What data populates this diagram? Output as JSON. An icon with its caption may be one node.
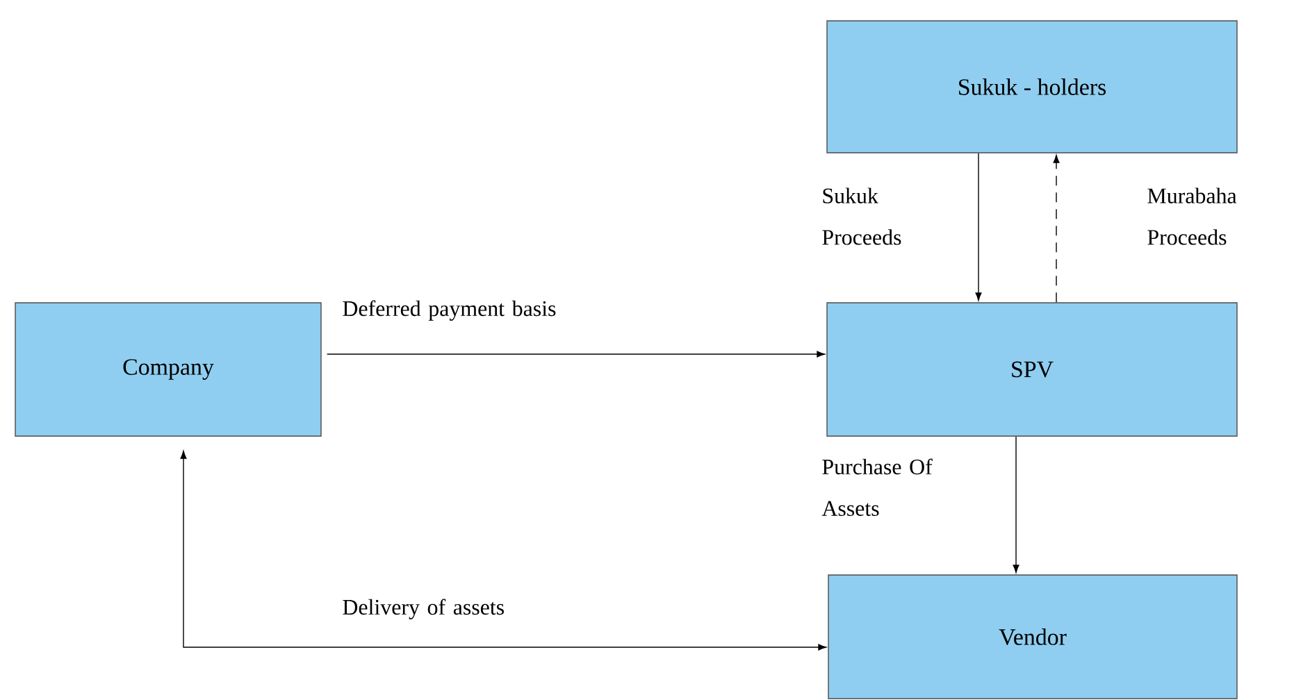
{
  "diagram": {
    "nodes": [
      {
        "text": [
          "Sukuk - holders"
        ]
      },
      {
        "text": [
          "Company"
        ]
      },
      {
        "text": [
          "SPV"
        ]
      },
      {
        "text": [
          "Vendor"
        ]
      }
    ],
    "edges": [
      {
        "from": 1,
        "to": 2,
        "arrow": "to",
        "label": "Deferred payment basis"
      },
      {
        "from": 0,
        "to": 2,
        "arrow": "to",
        "label": "Sukuk Proceeds"
      },
      {
        "from": 2,
        "to": 0,
        "arrow": "to",
        "style": "dashed",
        "label": "Murabaha Proceeds"
      },
      {
        "from": 2,
        "to": 3,
        "arrow": "to",
        "label": "Purchase Of Assets"
      },
      {
        "from": 3,
        "to": 1,
        "arrow": "both",
        "label": "Delivery of assets"
      }
    ]
  }
}
